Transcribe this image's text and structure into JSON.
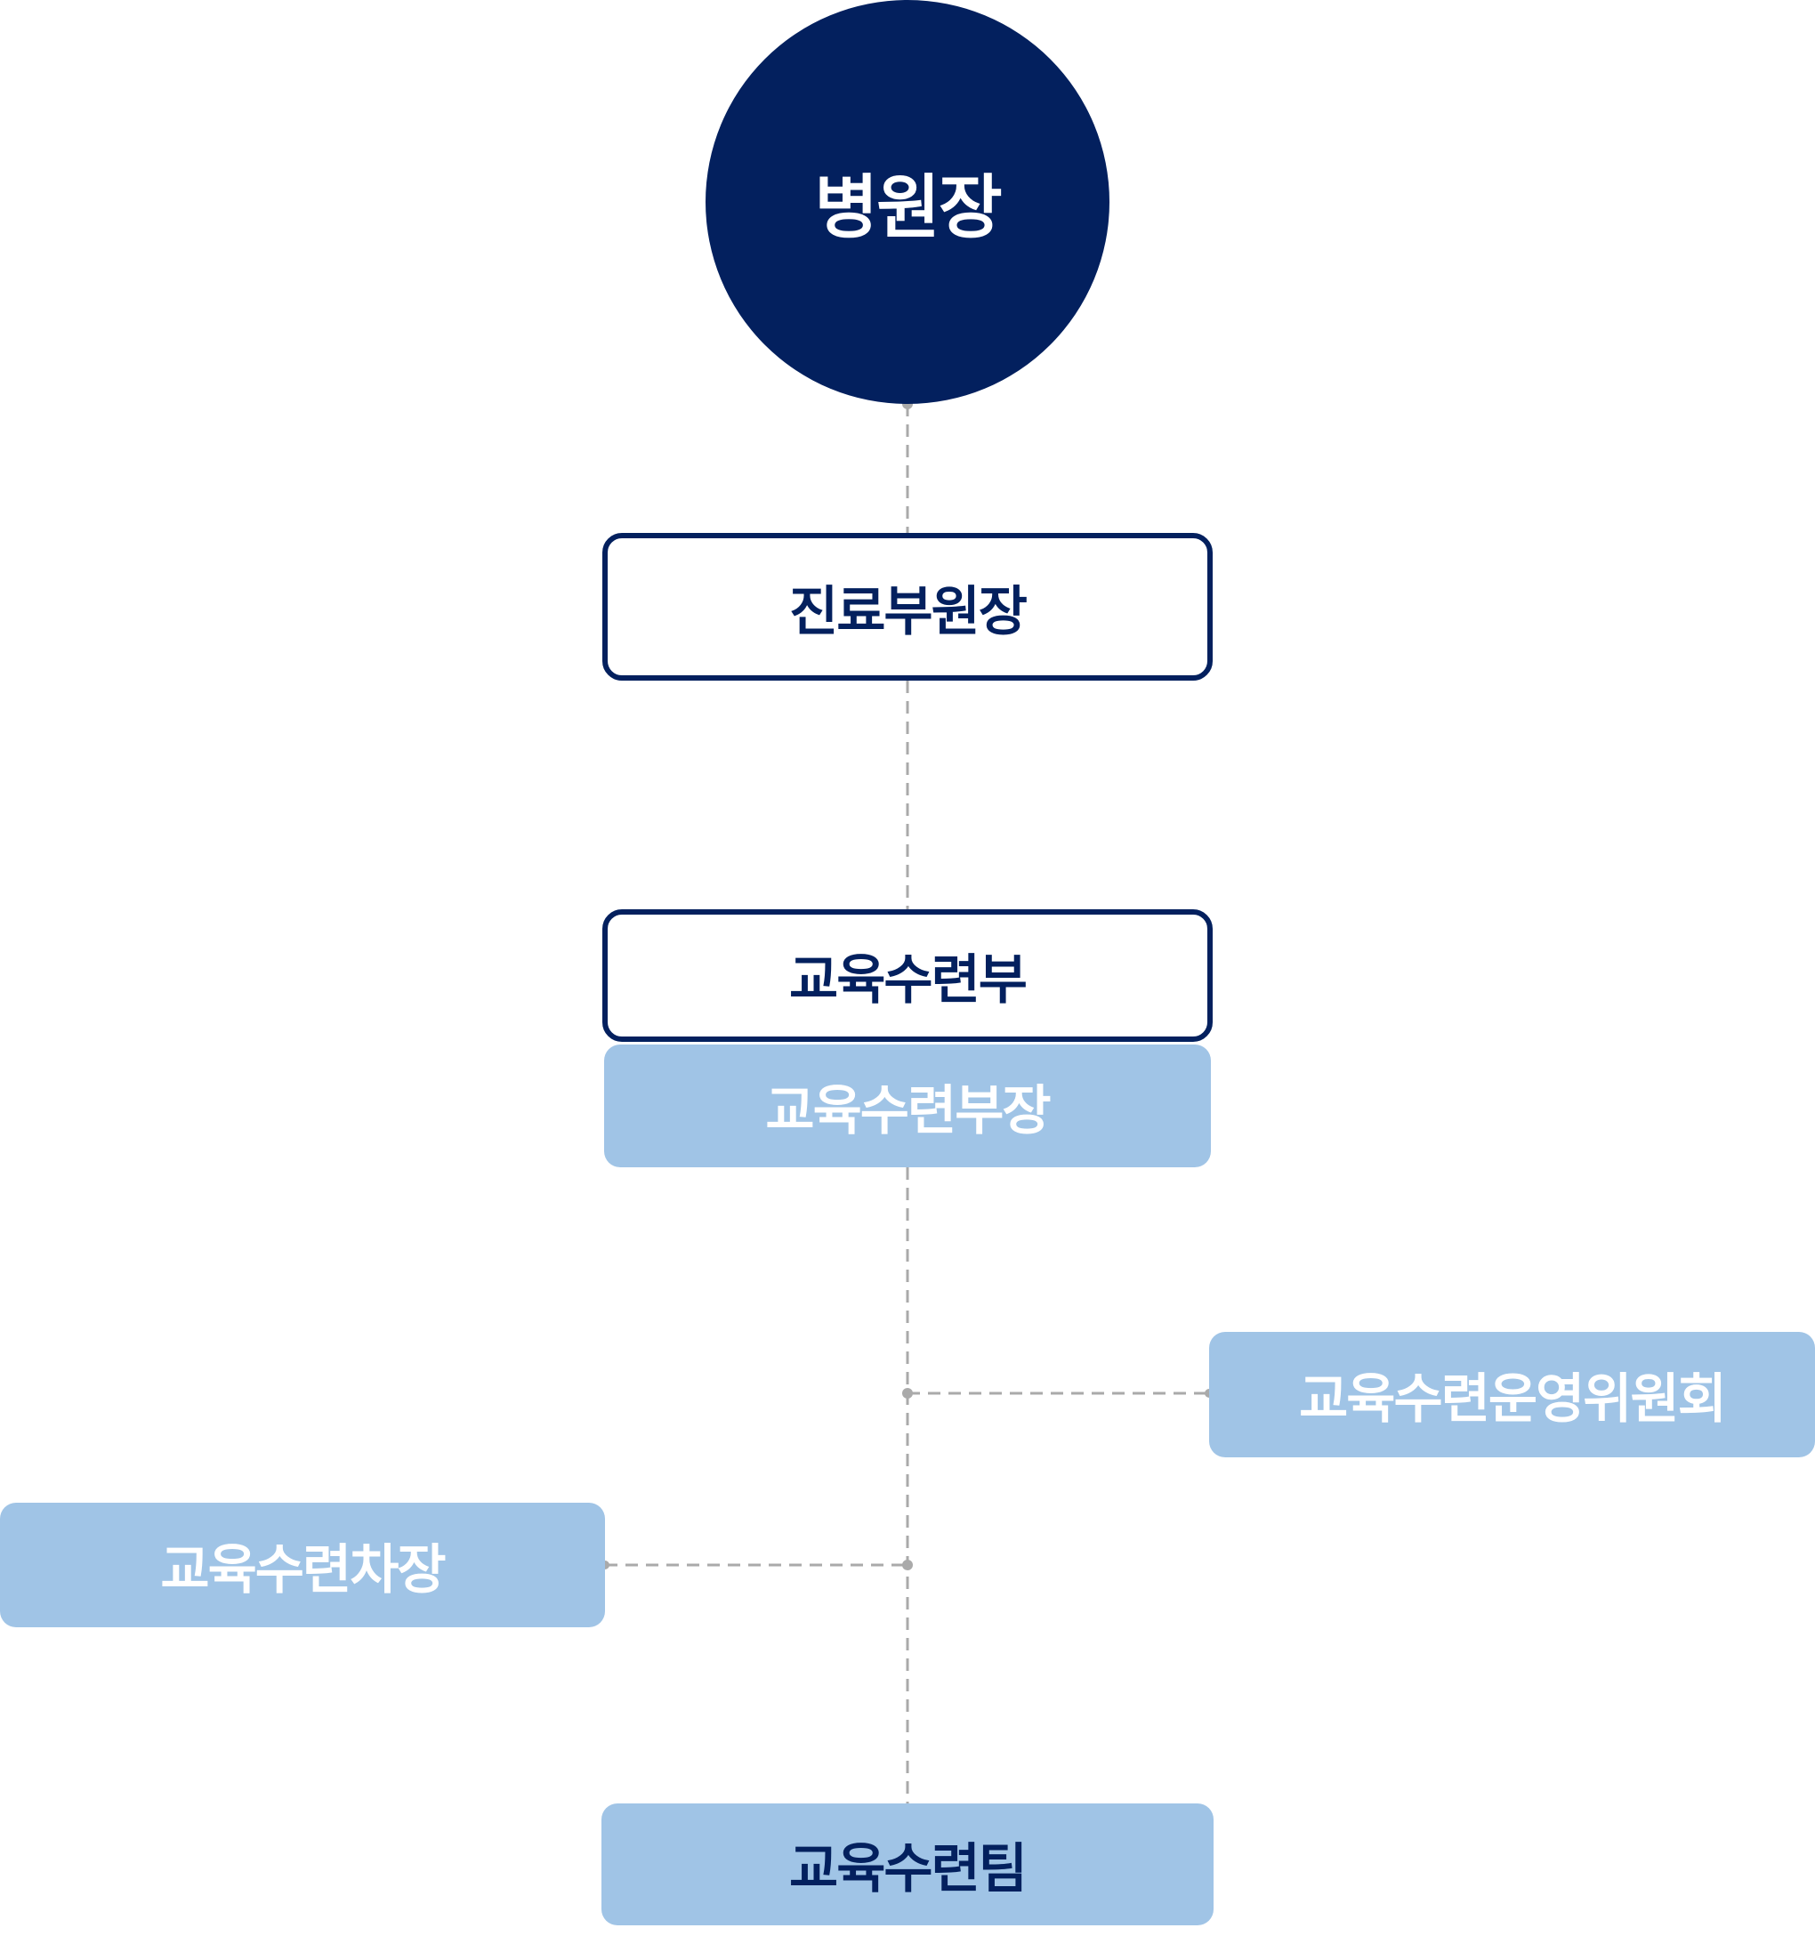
{
  "diagram": {
    "title": "교육수련부 조직도",
    "colors": {
      "navy": "#03205e",
      "light_blue": "#a0c4e6",
      "connector": "#aaaaaa",
      "background": "#ffffff"
    },
    "nodes": {
      "director": {
        "label": "병원장"
      },
      "vice_director": {
        "label": "진료부원장"
      },
      "department": {
        "label": "교육수련부"
      },
      "department_head": {
        "label": "교육수련부장"
      },
      "committee": {
        "label": "교육수련운영위원회"
      },
      "deputy_head": {
        "label": "교육수련차장"
      },
      "team": {
        "label": "교육수련팀"
      }
    },
    "edges": [
      {
        "from": "director",
        "to": "vice_director",
        "style": "dashed"
      },
      {
        "from": "vice_director",
        "to": "department",
        "style": "dashed"
      },
      {
        "from": "department_head",
        "to": "team",
        "style": "dashed"
      },
      {
        "from": "department_head",
        "to": "committee",
        "style": "dashed"
      },
      {
        "from": "department_head",
        "to": "deputy_head",
        "style": "dashed"
      }
    ]
  }
}
